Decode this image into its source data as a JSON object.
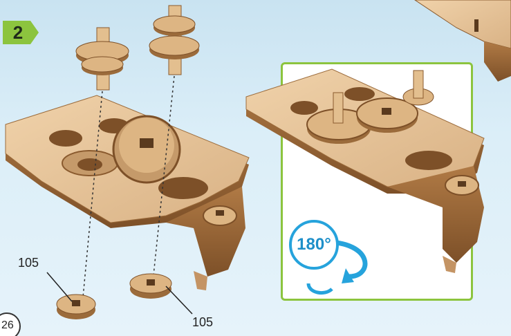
{
  "step": {
    "number": "2"
  },
  "parts": {
    "label_left": "105",
    "label_right": "105"
  },
  "page": {
    "number": "26"
  },
  "inset": {
    "rotation_label": "180°"
  },
  "colors": {
    "background": "#d6ebf6",
    "wood_light": "#e6c49a",
    "wood_dark": "#8a5a2e",
    "inset_border": "#8cc43e",
    "rotation_blue": "#26a3dc",
    "step_badge": "#8cc43e"
  }
}
